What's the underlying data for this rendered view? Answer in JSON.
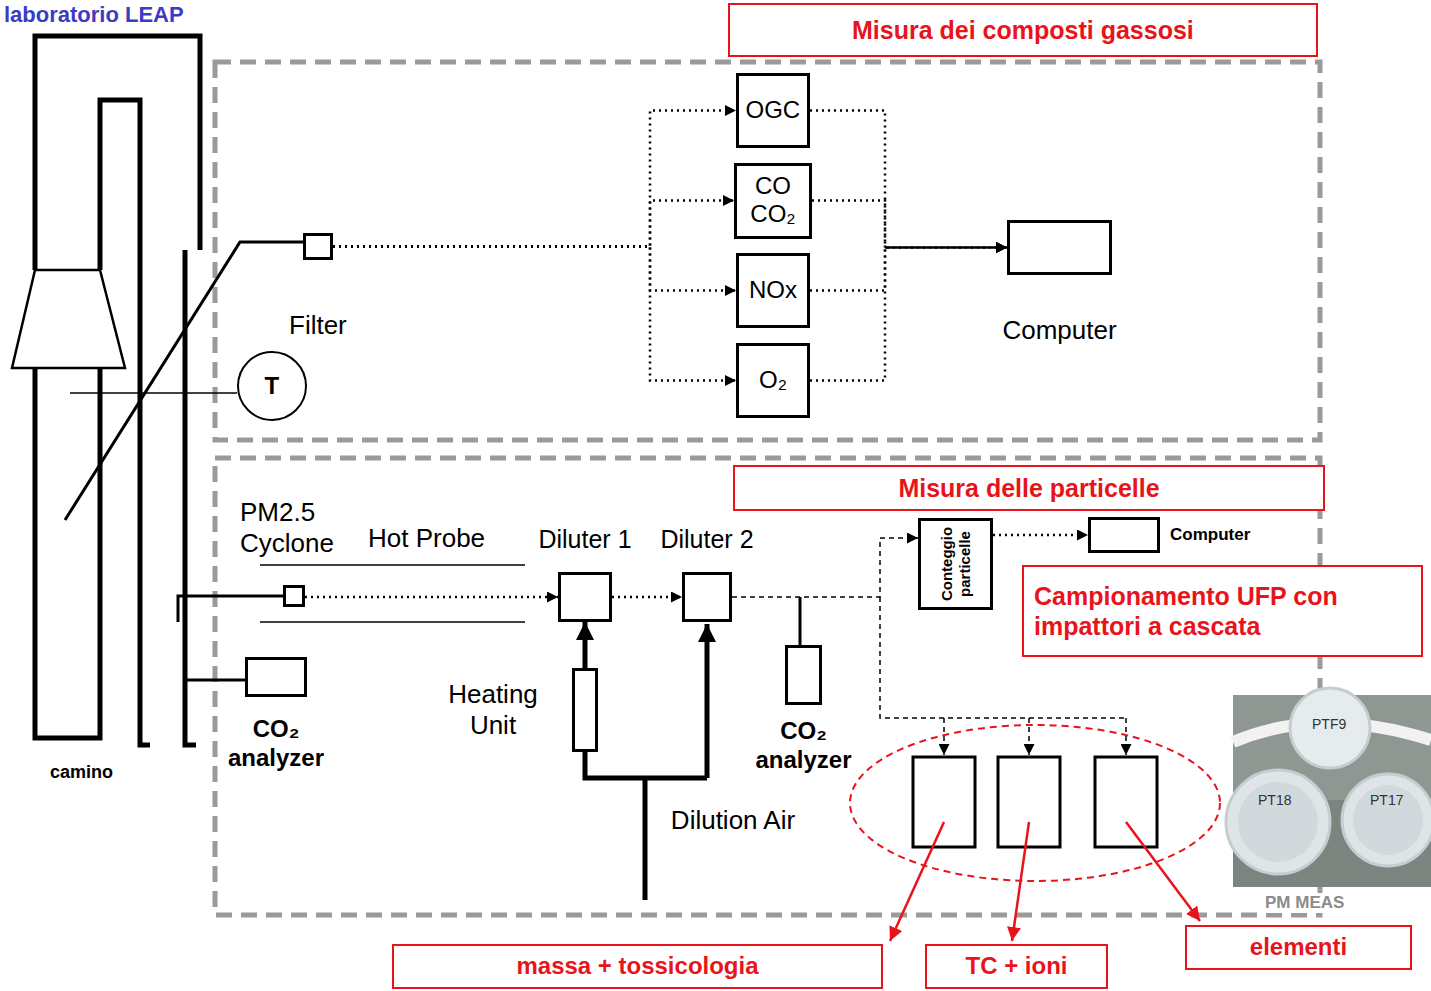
{
  "diagram": {
    "title": "laboratorio LEAP",
    "nodes": [
      {
        "text": [
          "Misura dei composti gassosi"
        ]
      },
      {
        "text": [
          "Filter"
        ]
      },
      {
        "text": [
          "OGC"
        ]
      },
      {
        "text": [
          "CO CO₂"
        ]
      },
      {
        "text": [
          "NOx"
        ]
      },
      {
        "text": [
          "O₂"
        ]
      },
      {
        "text": [
          "Computer"
        ]
      },
      {
        "text": [
          "T"
        ]
      },
      {
        "text": [
          "Misura delle particelle"
        ]
      },
      {
        "text": [
          "PM2.5 Cyclone"
        ]
      },
      {
        "text": [
          "Diluter 1"
        ]
      },
      {
        "text": [
          "Diluter 2"
        ]
      },
      {
        "text": [
          "Heating Unit"
        ]
      },
      {
        "text": [
          "CO₂ analyzer"
        ]
      },
      {
        "text": [
          "CO₂ analyzer"
        ]
      },
      {
        "text": [
          "Conteggio particelle"
        ]
      },
      {
        "text": [
          "Computer"
        ]
      },
      {
        "text": [
          "Campionamento UFP con impattori a cascata"
        ]
      },
      {
        "text": [
          "massa + tossicologia"
        ]
      },
      {
        "text": [
          "TC + ioni"
        ]
      },
      {
        "text": [
          "elementi"
        ]
      }
    ],
    "edges": [
      {
        "from": 1,
        "to": 2,
        "arrow": "to"
      },
      {
        "from": 1,
        "to": 3,
        "arrow": "to"
      },
      {
        "from": 1,
        "to": 4,
        "arrow": "to"
      },
      {
        "from": 1,
        "to": 5,
        "arrow": "to"
      },
      {
        "from": 2,
        "to": 6,
        "arrow": "to"
      },
      {
        "from": 3,
        "to": 6,
        "arrow": "to"
      },
      {
        "from": 4,
        "to": 6,
        "arrow": "to"
      },
      {
        "from": 5,
        "to": 6,
        "arrow": "to"
      },
      {
        "from": 9,
        "to": 10,
        "arrow": "to"
      },
      {
        "from": 10,
        "to": 11,
        "arrow": "to"
      },
      {
        "from": 12,
        "to": 10,
        "arrow": "to"
      },
      {
        "from": 11,
        "to": 15,
        "arrow": "to"
      },
      {
        "from": 15,
        "to": 16,
        "arrow": "to"
      }
    ],
    "labels": [
      "camino",
      "Hot Probe",
      "Dilution Air",
      "PTF9",
      "PT18",
      "PT17",
      "PM MEAS"
    ]
  }
}
